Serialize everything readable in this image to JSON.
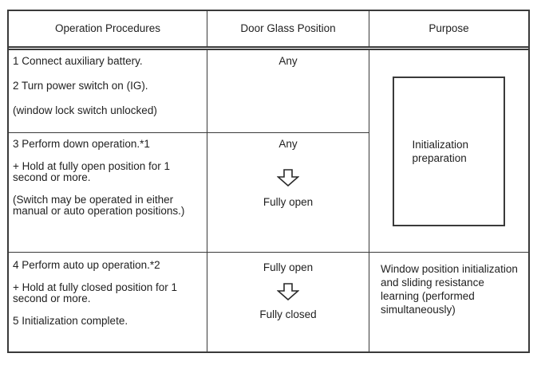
{
  "colors": {
    "line": "#3a3a3a",
    "text": "#1f1f1f",
    "background": "#ffffff"
  },
  "header": {
    "operation_procedures": "Operation Procedures",
    "door_glass_position": "Door Glass Position",
    "purpose": "Purpose"
  },
  "steps": [
    {
      "procedure_lines": [
        "1 Connect auxiliary battery.",
        "2 Turn power switch on (IG).",
        "(window lock switch unlocked)"
      ],
      "glass_position_start": "Any"
    },
    {
      "procedure_lines": [
        "3 Perform down operation.*1",
        "+ Hold at fully open position for 1 second or more.",
        "(Switch may be operated in either manual or auto operation positions.)"
      ],
      "glass_position_start": "Any",
      "glass_position_end": "Fully open",
      "arrow_icon": "down-arrow"
    },
    {
      "procedure_lines": [
        "4 Perform auto up operation.*2",
        "+ Hold at fully closed position for 1 second or more.",
        "5 Initialization complete."
      ],
      "glass_position_start": "Fully open",
      "glass_position_end": "Fully closed",
      "arrow_icon": "down-arrow"
    }
  ],
  "purpose": {
    "preparation_label": "Initialization preparation",
    "main_label": "Window position initialization and sliding resistance learning (performed simultaneously)"
  }
}
